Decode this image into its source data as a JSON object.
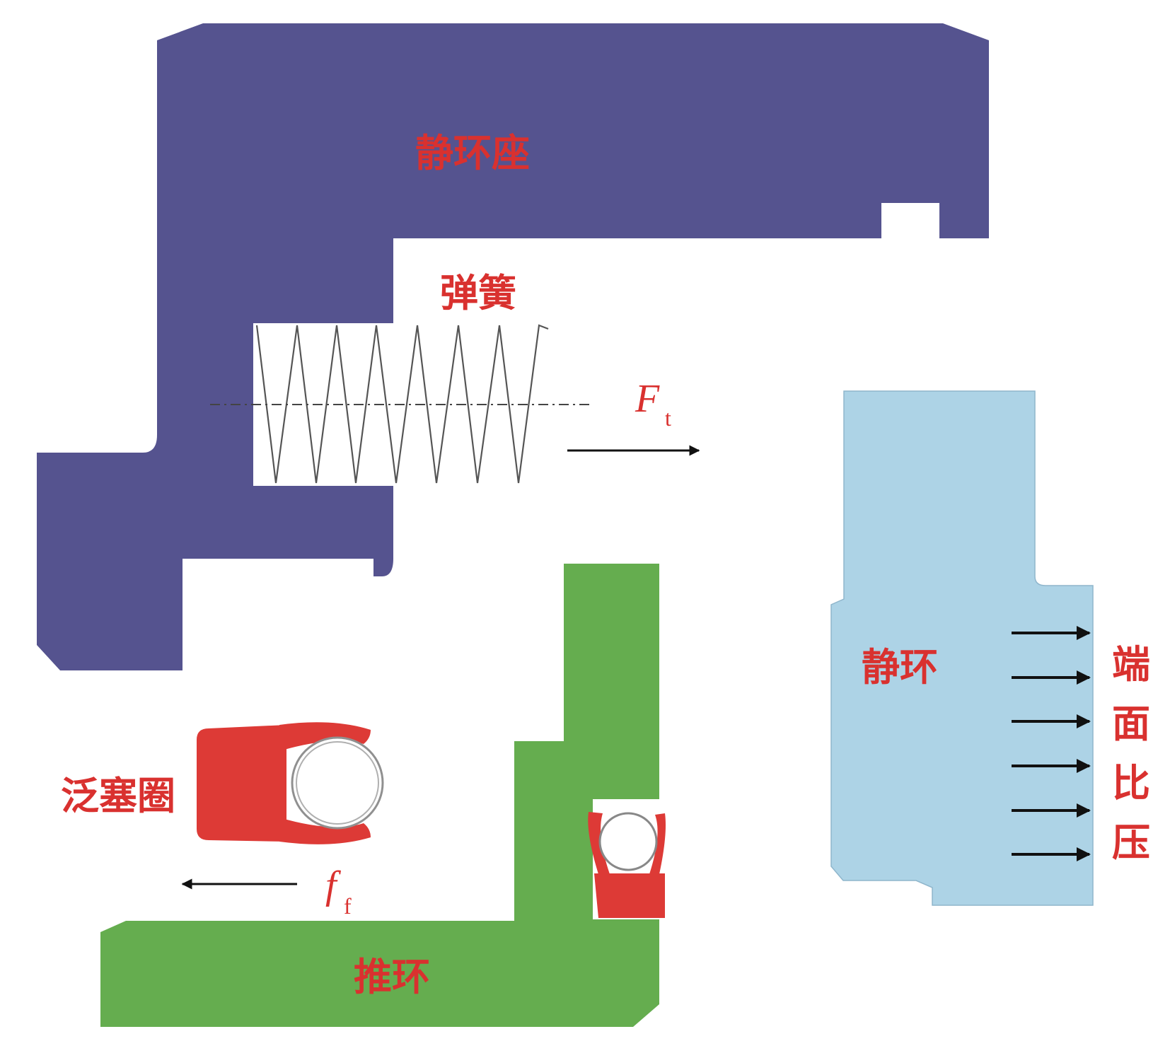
{
  "colors": {
    "seat": "#55538f",
    "push_ring": "#65ad4f",
    "static_ring": "#add3e6",
    "seal": "#dd3a36",
    "label": "#d9312f",
    "arrow": "#111111",
    "spring": "#555555"
  },
  "labels": {
    "seat": "静环座",
    "spring": "弹簧",
    "static_ring": "静环",
    "face_pressure": [
      "端",
      "面",
      "比",
      "压"
    ],
    "seal_ring": "泛塞圈",
    "push_ring": "推环"
  },
  "forces": {
    "spring_force": {
      "symbol": "F",
      "subscript": "t"
    },
    "friction_force": {
      "symbol": "f",
      "subscript": "f"
    }
  }
}
